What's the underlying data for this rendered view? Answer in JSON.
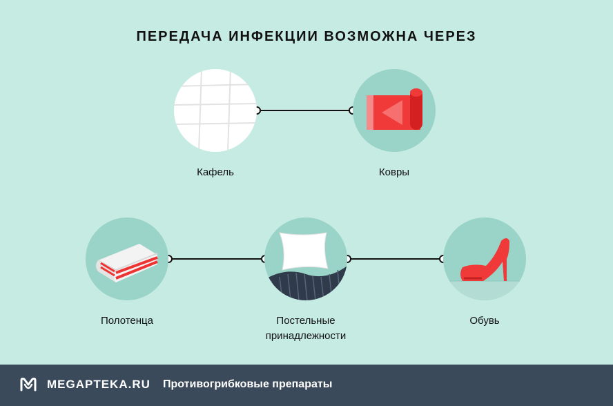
{
  "title": "ПЕРЕДАЧА ИНФЕКЦИИ ВОЗМОЖНА ЧЕРЕЗ",
  "items": [
    {
      "label": "Кафель",
      "icon": "tile-icon"
    },
    {
      "label": "Ковры",
      "icon": "rolled-carpet-icon"
    },
    {
      "label": "Полотенца",
      "icon": "folded-towel-icon"
    },
    {
      "label": "Постельные принадлежности",
      "icon": "pillow-icon"
    },
    {
      "label": "Обувь",
      "icon": "high-heel-shoe-icon"
    }
  ],
  "footer": {
    "brand": "MEGAPTEKA.RU",
    "tagline": "Противогрибковые препараты",
    "background": "#3a4a5a"
  },
  "colors": {
    "background": "#c6ebe2",
    "circle": "#9ad3c7",
    "accent": "#f03a3a"
  }
}
